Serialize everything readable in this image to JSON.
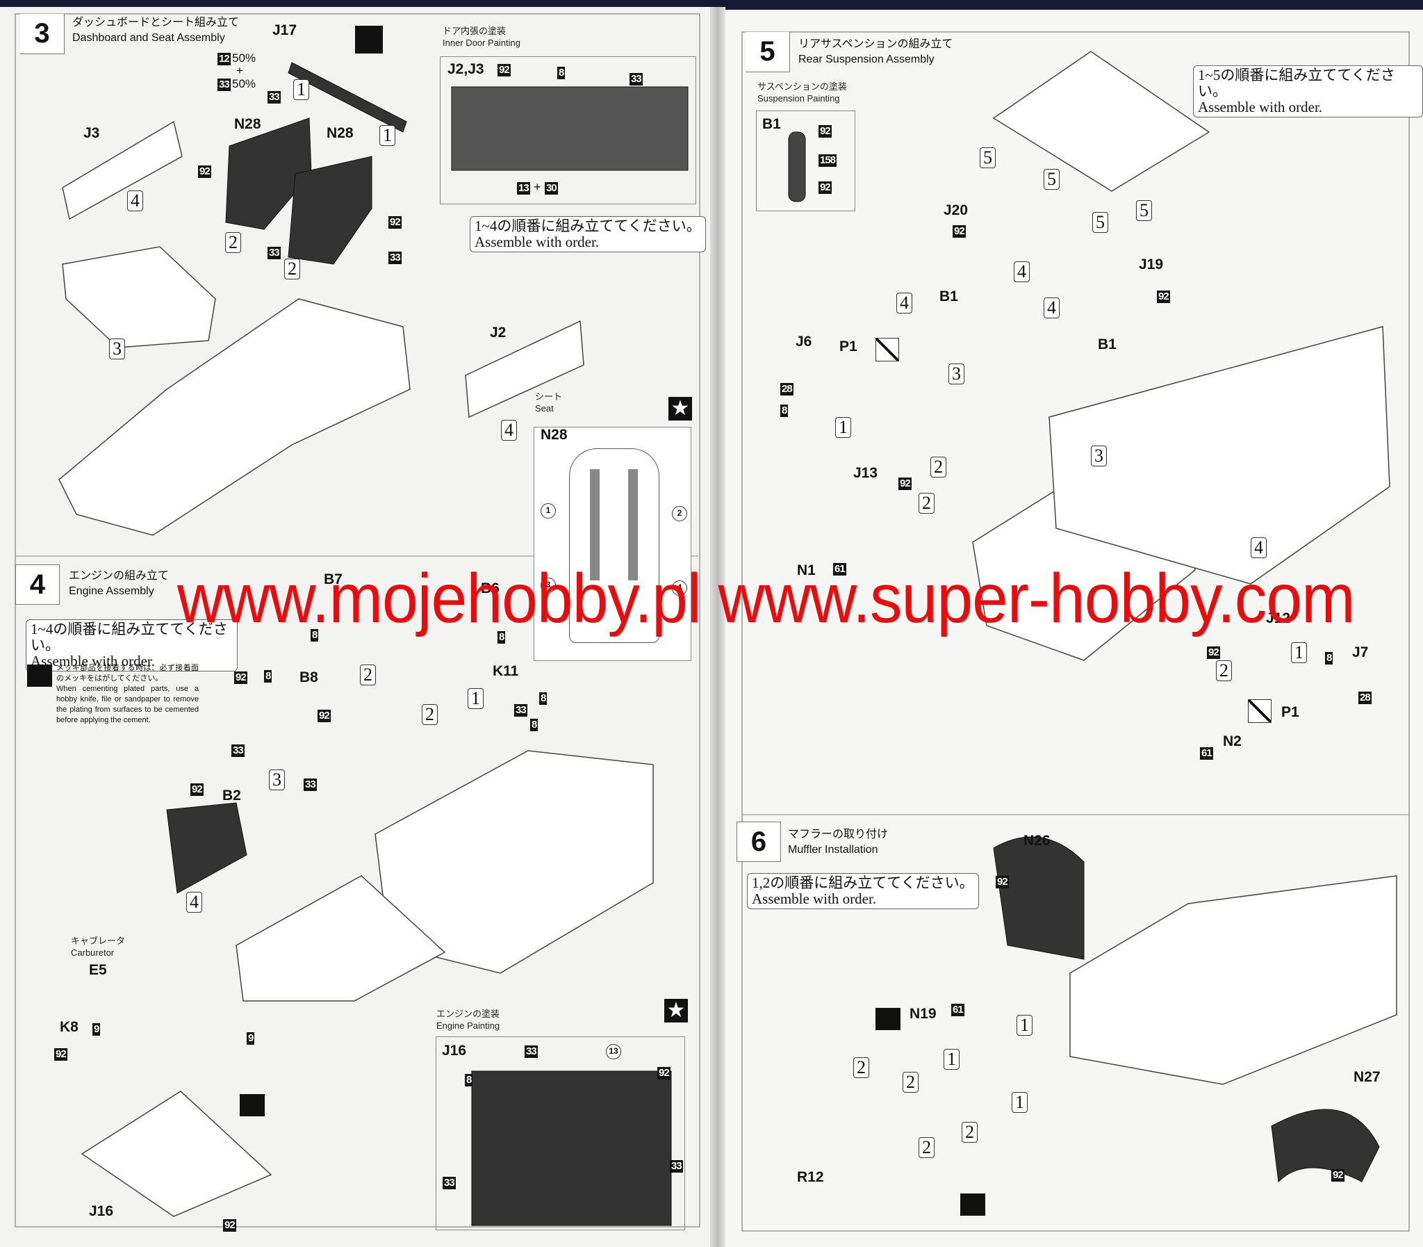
{
  "watermark": "www.mojehobby.pl www.super-hobby.com",
  "step3": {
    "number": "3",
    "title_jp": "ダッシュボードとシート組み立て",
    "title_en": "Dashboard and Seat Assembly",
    "mix": {
      "a": "12",
      "a_pct": "50%",
      "plus": "+",
      "b": "33",
      "b_pct": "50%"
    },
    "parts": [
      "J17",
      "J3",
      "N28",
      "N28",
      "J2"
    ],
    "colors": [
      "33",
      "92",
      "33",
      "92",
      "33"
    ],
    "steps": [
      "1",
      "1",
      "2",
      "2",
      "4",
      "3",
      "4"
    ],
    "inner_door": {
      "title_jp": "ドア内張の塗装",
      "title_en": "Inner Door Painting",
      "part": "J2,J3",
      "colors": [
        "92",
        "8",
        "33"
      ],
      "mix_a": "13",
      "mix_plus": "+",
      "mix_b": "30"
    },
    "order": {
      "jp": "1~4の順番に組み立ててください。",
      "en": "Assemble with order."
    },
    "seat": {
      "title_jp": "シート",
      "title_en": "Seat",
      "part": "N28",
      "points": [
        "1",
        "2",
        "3",
        "4"
      ]
    }
  },
  "step4": {
    "number": "4",
    "title_jp": "エンジンの組み立て",
    "title_en": "Engine Assembly",
    "order": {
      "jp": "1~4の順番に組み立ててください。",
      "en": "Assemble with order."
    },
    "note": {
      "jp": "メッキ部品を接着する時は、必ず接着面のメッキをはがしてください。",
      "en": "When cementing plated parts, use a hobby knife, file or sandpaper to remove the plating from surfaces to be cemented before applying the cement."
    },
    "parts": [
      "B7",
      "B6",
      "K11",
      "B8",
      "B2"
    ],
    "colors": [
      "8",
      "8",
      "8",
      "33",
      "8",
      "92",
      "8",
      "92",
      "33",
      "33",
      "92"
    ],
    "steps": [
      "2",
      "1",
      "2",
      "3",
      "4"
    ],
    "carb": {
      "title_jp": "キャブレータ",
      "title_en": "Carburetor",
      "parts": [
        "E5",
        "K8",
        "J16"
      ],
      "colors": [
        "9",
        "92",
        "9",
        "92"
      ]
    },
    "engine_painting": {
      "title_jp": "エンジンの塗装",
      "title_en": "Engine Painting",
      "part": "J16",
      "colors": [
        "33",
        "13",
        "92",
        "8",
        "33",
        "33"
      ]
    }
  },
  "step5": {
    "number": "5",
    "title_jp": "リアサスペンションの組み立て",
    "title_en": "Rear Suspension Assembly",
    "suspension_painting": {
      "title_jp": "サスペンションの塗装",
      "title_en": "Suspension Painting",
      "part": "B1",
      "colors": [
        "92",
        "158",
        "92"
      ]
    },
    "order": {
      "jp": "1~5の順番に組み立ててください。",
      "en": "Assemble with order."
    },
    "parts": [
      "J20",
      "J19",
      "B1",
      "B1",
      "J6",
      "P1",
      "J13",
      "N1",
      "J12",
      "J7",
      "P1",
      "N2"
    ],
    "colors": [
      "92",
      "92",
      "28",
      "8",
      "92",
      "61",
      "92",
      "8",
      "28",
      "61"
    ],
    "steps": [
      "5",
      "5",
      "5",
      "5",
      "4",
      "4",
      "4",
      "3",
      "3",
      "4",
      "1",
      "2",
      "2",
      "1",
      "2"
    ]
  },
  "step6": {
    "number": "6",
    "title_jp": "マフラーの取り付け",
    "title_en": "Muffler Installation",
    "order": {
      "jp": "1,2の順番に組み立ててください。",
      "en": "Assemble with order."
    },
    "parts": [
      "N26",
      "N19",
      "R12",
      "N27"
    ],
    "colors": [
      "92",
      "61",
      "92"
    ],
    "steps": [
      "1",
      "1",
      "1",
      "2",
      "2",
      "2",
      "2"
    ]
  }
}
